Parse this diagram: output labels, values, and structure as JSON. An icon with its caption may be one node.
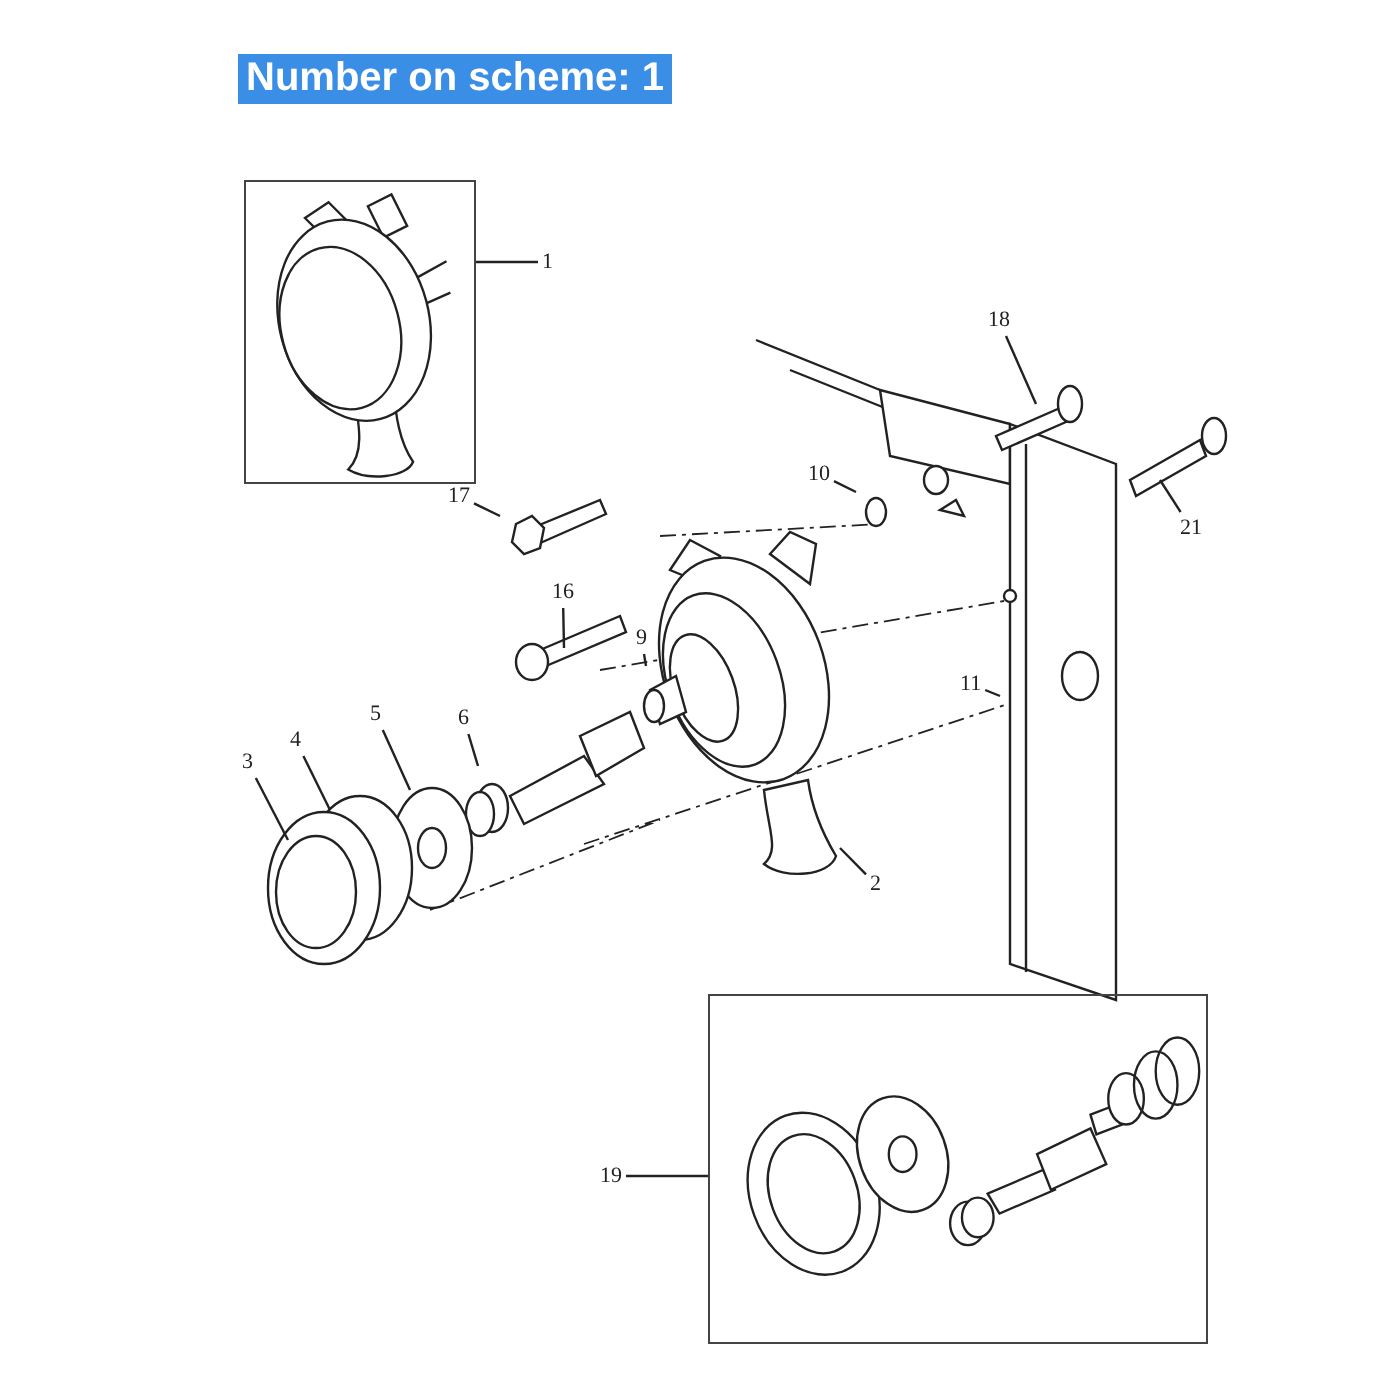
{
  "diagram": {
    "title": "Number on scheme: 1",
    "nodes": [
      {
        "text": [],
        "shape": "box"
      },
      {
        "text": [
          "1"
        ]
      },
      {
        "text": [
          "18"
        ]
      },
      {
        "text": [
          "10"
        ]
      },
      {
        "text": [
          "17"
        ]
      },
      {
        "text": [
          "21"
        ]
      },
      {
        "text": [
          "16"
        ]
      },
      {
        "text": [
          "9"
        ]
      },
      {
        "text": [
          "11"
        ]
      },
      {
        "text": [
          "3"
        ]
      },
      {
        "text": [
          "4"
        ]
      },
      {
        "text": [
          "5"
        ]
      },
      {
        "text": [
          "6"
        ]
      },
      {
        "text": [
          "2"
        ]
      },
      {
        "text": [],
        "shape": "box"
      },
      {
        "text": [
          "19"
        ]
      }
    ],
    "edges": [
      {
        "from": 1,
        "to": 0,
        "arrow": "none"
      },
      {
        "from": 2,
        "to": null,
        "arrow": "none"
      },
      {
        "from": 3,
        "to": null,
        "arrow": "none"
      },
      {
        "from": 4,
        "to": null,
        "arrow": "none"
      },
      {
        "from": 5,
        "to": null,
        "arrow": "none"
      },
      {
        "from": 6,
        "to": null,
        "arrow": "none"
      },
      {
        "from": 7,
        "to": null,
        "arrow": "none"
      },
      {
        "from": 8,
        "to": null,
        "arrow": "none"
      },
      {
        "from": 9,
        "to": null,
        "arrow": "none"
      },
      {
        "from": 10,
        "to": null,
        "arrow": "none"
      },
      {
        "from": 11,
        "to": null,
        "arrow": "none"
      },
      {
        "from": 12,
        "to": null,
        "arrow": "none"
      },
      {
        "from": 13,
        "to": null,
        "arrow": "none"
      },
      {
        "from": 15,
        "to": 14,
        "arrow": "none"
      }
    ]
  }
}
